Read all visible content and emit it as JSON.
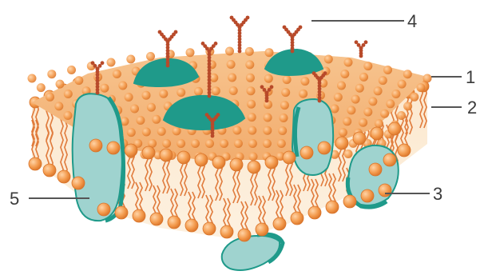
{
  "diagram": {
    "callouts": [
      {
        "id": "1",
        "label": "1"
      },
      {
        "id": "2",
        "label": "2"
      },
      {
        "id": "3",
        "label": "3"
      },
      {
        "id": "4",
        "label": "4"
      },
      {
        "id": "5",
        "label": "5"
      }
    ]
  },
  "colors": {
    "background": "#ffffff",
    "lipid_head": "#f39a4c",
    "lipid_head_edge": "#d9742a",
    "lipid_tail": "#e07b3c",
    "membrane_surface": "#f7c08c",
    "membrane_surface_dark": "#f0a868",
    "interior": "#fbe3c4",
    "protein_fill": "#9fd3cf",
    "protein_dark": "#1f9a8a",
    "glycan": "#b84a2a"
  }
}
